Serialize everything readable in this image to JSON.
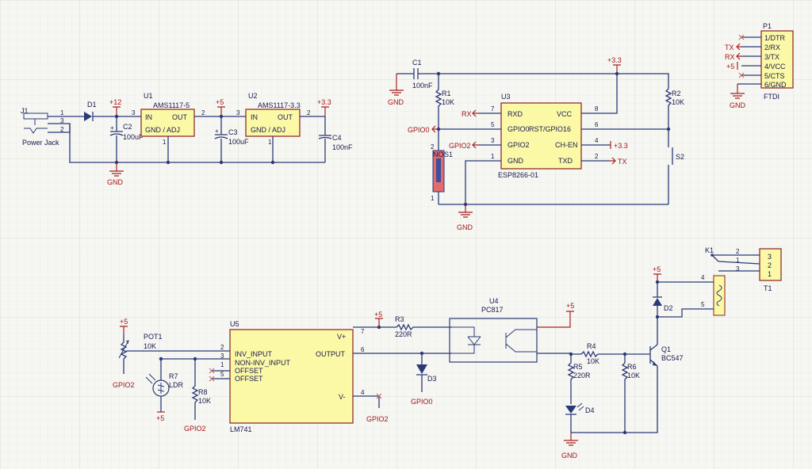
{
  "power_section": {
    "j1": {
      "ref": "J1",
      "label": "Power Jack",
      "pins": [
        "1",
        "3",
        "2"
      ]
    },
    "d1": {
      "ref": "D1"
    },
    "rail_12": "+12",
    "c2": {
      "ref": "C2",
      "value": "100uF"
    },
    "u1": {
      "ref": "U1",
      "part": "AMS1117-5",
      "pins": {
        "in": "IN",
        "out": "OUT",
        "gnd": "GND / ADJ"
      },
      "pin_in": "3",
      "pin_out": "2",
      "pin_gnd": "1"
    },
    "rail_5": "+5",
    "c3": {
      "ref": "C3",
      "value": "100uF"
    },
    "u2": {
      "ref": "U2",
      "part": "AMS1117-3.3",
      "pins": {
        "in": "IN",
        "out": "OUT",
        "gnd": "GND / ADJ"
      },
      "pin_in": "3",
      "pin_out": "2",
      "pin_gnd": "1"
    },
    "rail_33": "+3.3",
    "c4": {
      "ref": "C4",
      "value": "100nF"
    },
    "gnd": "GND"
  },
  "esp_section": {
    "c1": {
      "ref": "C1",
      "value": "100nF"
    },
    "gnd_top": "GND",
    "rail_33": "+3.3",
    "r1": {
      "ref": "R1",
      "value": "10K"
    },
    "r2": {
      "ref": "R2",
      "value": "10K"
    },
    "u3": {
      "ref": "U3",
      "part": "ESP8266-01",
      "left": [
        {
          "name": "RXD",
          "num": "7"
        },
        {
          "name": "GPIO0",
          "num": "5"
        },
        {
          "name": "GPIO2",
          "num": "3"
        },
        {
          "name": "GND",
          "num": "1"
        }
      ],
      "right": [
        {
          "name": "VCC",
          "num": "8"
        },
        {
          "name": "RST/GPIO16",
          "num": "6"
        },
        {
          "name": "CH-EN",
          "num": "4"
        },
        {
          "name": "TXD",
          "num": "2"
        }
      ]
    },
    "port_rx": "RX",
    "port_gpio0": "GPIO0",
    "port_gpio2": "GPIO2",
    "port_tx": "TX",
    "ch_en_rail": "+3.3",
    "s1": {
      "ref": "S1",
      "part": "NO",
      "pins": [
        "2",
        "1"
      ]
    },
    "s2": {
      "ref": "S2"
    },
    "gnd_bottom": "GND"
  },
  "ftdi": {
    "ref": "P1",
    "label": "FTDI",
    "pins": [
      "1/DTR",
      "2/RX",
      "3/TX",
      "4/VCC",
      "5/CTS",
      "6/GND"
    ],
    "net_tx": "TX",
    "net_rx": "RX",
    "net_vcc": "+5",
    "gnd": "GND"
  },
  "relay_section": {
    "k1": {
      "ref": "K1",
      "pins": [
        "2",
        "1",
        "3",
        "4",
        "5"
      ]
    },
    "t1": {
      "ref": "T1",
      "pins": [
        "3",
        "2",
        "1"
      ]
    },
    "rail_5": "+5",
    "d2": {
      "ref": "D2"
    },
    "q1": {
      "ref": "Q1",
      "part": "BC547"
    },
    "r4": {
      "ref": "R4",
      "value": "10K"
    },
    "r5": {
      "ref": "R5",
      "value": "220R"
    },
    "r6": {
      "ref": "R6",
      "value": "10K"
    },
    "d4": {
      "ref": "D4"
    },
    "gnd": "GND"
  },
  "sensor_section": {
    "rail_5_pot": "+5",
    "pot1": {
      "ref": "POT1",
      "value": "10K"
    },
    "gpio2_pot": "GPIO2",
    "r7": {
      "ref": "R7",
      "part": "LDR"
    },
    "rail_5_ldr": "+5",
    "r8": {
      "ref": "R8",
      "value": "10K"
    },
    "gpio2_r8": "GPIO2",
    "u5": {
      "ref": "U5",
      "part": "LM741",
      "pins_left": [
        {
          "name": "INV_INPUT",
          "num": "2"
        },
        {
          "name": "NON-INV_INPUT",
          "num": "3"
        },
        {
          "name": "OFFSET",
          "num": "1"
        },
        {
          "name": "OFFSET",
          "num": "5"
        }
      ],
      "vplus": "V+",
      "vplus_num": "7",
      "output": "OUTPUT",
      "output_num": "6",
      "vminus": "V-",
      "vminus_num": "4"
    },
    "gpio2_vminus": "GPIO2",
    "rail_5_vplus": "+5",
    "r3": {
      "ref": "R3",
      "value": "220R"
    },
    "d3": {
      "ref": "D3"
    },
    "gpio0_d3": "GPIO0",
    "u4": {
      "ref": "U4",
      "part": "PC817"
    },
    "rail_5_u4": "+5"
  }
}
